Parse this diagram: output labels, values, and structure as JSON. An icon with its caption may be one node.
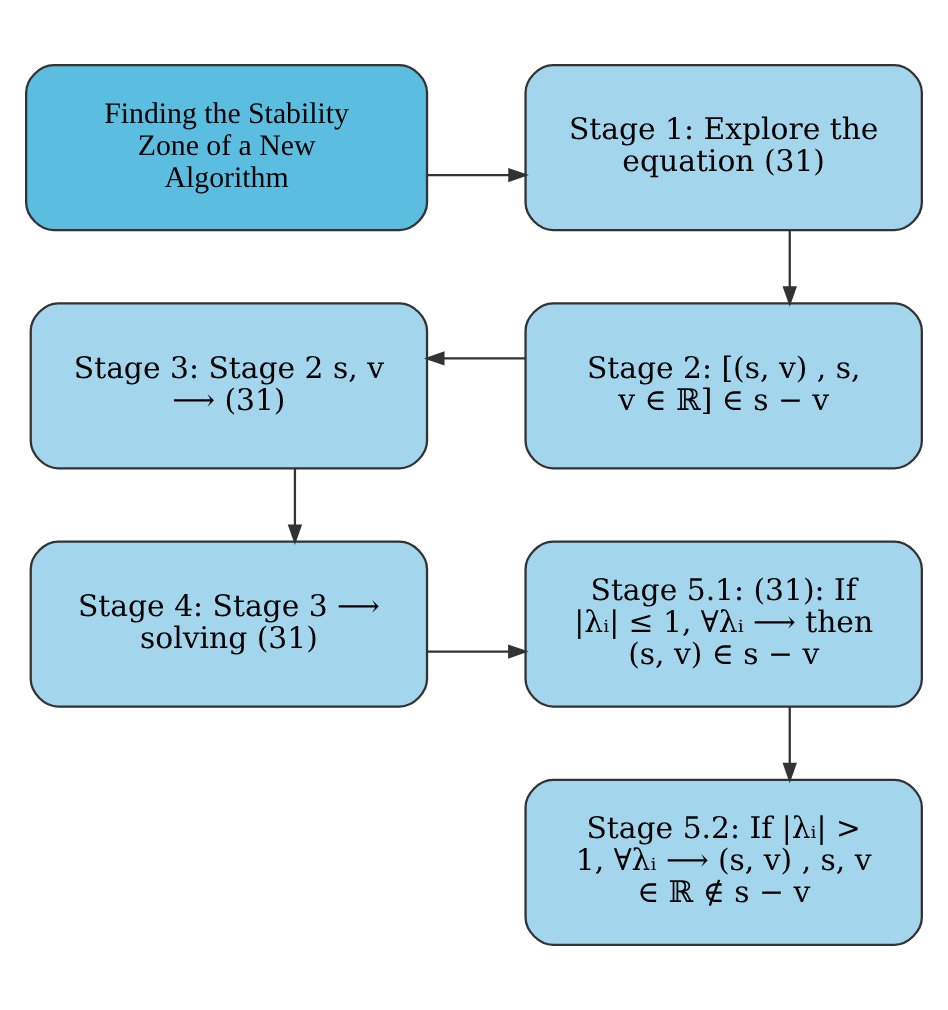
{
  "diagram": {
    "nodes": [
      {
        "text": [
          "Finding the Stability Zone of a New Algorithm"
        ]
      },
      {
        "text": [
          "Stage 1: Explore the equation (31)"
        ]
      },
      {
        "text": [
          "Stage 2: [(s, v) , s, v ∈ ℝ] ∈ s − v"
        ]
      },
      {
        "text": [
          "Stage 3: Stage 2 s, v ⟶ (31)"
        ]
      },
      {
        "text": [
          "Stage 4: Stage 3 ⟶ solving (31)"
        ]
      },
      {
        "text": [
          "Stage 5.1: (31): If |λᵢ| ≤ 1, ∀λᵢ ⟶ then (s, v) ∈ s − v"
        ]
      },
      {
        "text": [
          "Stage 5.2: If |λᵢ| > 1, ∀λᵢ ⟶ (s, v) , s, v ∈ ℝ ∉ s − v"
        ]
      }
    ],
    "edges": [
      {
        "from": 0,
        "to": 1,
        "arrow": "to"
      },
      {
        "from": 1,
        "to": 2,
        "arrow": "to"
      },
      {
        "from": 2,
        "to": 3,
        "arrow": "to"
      },
      {
        "from": 3,
        "to": 4,
        "arrow": "to"
      },
      {
        "from": 4,
        "to": 5,
        "arrow": "to"
      },
      {
        "from": 5,
        "to": 6,
        "arrow": "to"
      }
    ]
  }
}
